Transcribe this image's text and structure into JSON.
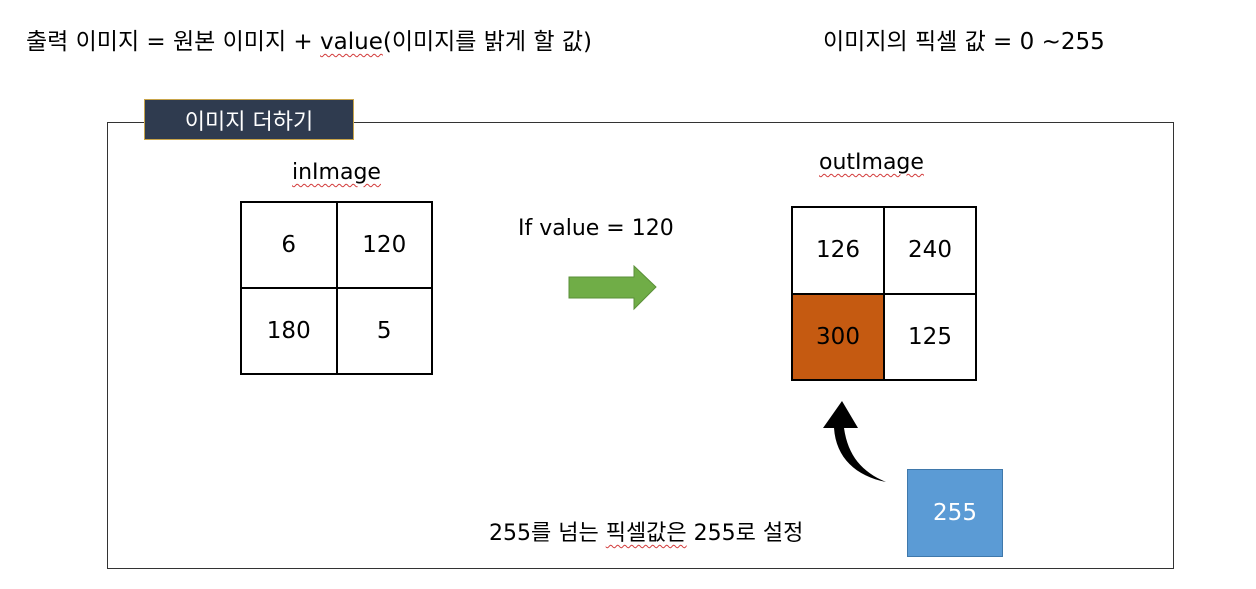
{
  "formula": {
    "lhs": "출력 이미지 = 원본 이미지 + ",
    "value_word": "value",
    "rhs": "(이미지를 밝게 할 값)"
  },
  "pixel_range": "이미지의 픽셀 값 = 0 ~255",
  "section_title": "이미지 더하기",
  "in_image": {
    "label": "inImage",
    "cells": [
      "6",
      "120",
      "180",
      "5"
    ]
  },
  "condition": "If value = 120",
  "out_image": {
    "label": "outImage",
    "cells": [
      "126",
      "240",
      "300",
      "125"
    ]
  },
  "clip_value": "255",
  "caption": {
    "part1": "255를 넘는 ",
    "part2": "픽셀값은",
    "part3": " 255로 설정"
  },
  "colors": {
    "title_bg": "#2f3b4f",
    "arrow_green": "#70ad47",
    "overflow_cell": "#c55a11",
    "clip_box": "#5b9bd5"
  }
}
